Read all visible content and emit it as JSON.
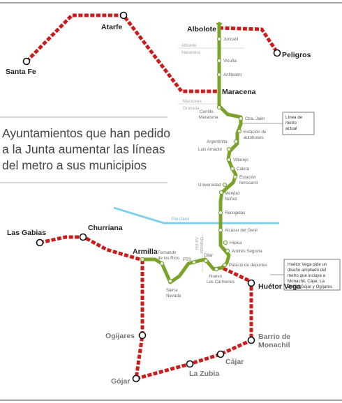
{
  "headline": [
    "Ayuntamientos que han pedido",
    "a la Junta aumentar las líneas",
    "del metro a sus municipios"
  ],
  "callouts": {
    "metro_actual": [
      "Línea de",
      "metro",
      "actual"
    ],
    "huetor_vega": [
      "Huétor Vega pide un",
      "diseño ampliado del",
      "metro que incluya a",
      "Monachil, Cájar, La",
      "Zubia, Gójar y Ogíjares"
    ]
  },
  "towns": {
    "atarfe": "Atarfe",
    "santa_fe": "Santa Fe",
    "albolote": "Albolote",
    "peligros": "Peligros",
    "maracena": "Maracena",
    "las_gabias": "Las Gabias",
    "churriana": "Churriana",
    "armilla": "Armilla",
    "huetor_vega": "Huétor Vega",
    "ogijares": "Ogíjares",
    "barrio_monachil_1": "Barrio de",
    "barrio_monachil_2": "Monachil",
    "cajar": "Cájar",
    "la_zubia": "La Zubia",
    "gojar": "Gójar"
  },
  "stations": {
    "juncaril": "Juncaril",
    "vicuna": "Vicuña",
    "anfiteatro": "Anfiteatro",
    "cerrillo_1": "Cerrillo",
    "cerrillo_2": "Maracena",
    "ctra_jaen": "Ctra. Jaén",
    "estacion_autobuses_1": "Estación de",
    "estacion_autobuses_2": "autobuses",
    "argentinita": "Argentinita",
    "luis_amador": "Luis Amador",
    "villarejo": "Villarejo",
    "caleta": "Caleta",
    "estacion_ferrocarril_1": "Estación",
    "estacion_ferrocarril_2": "ferrocarril",
    "universidad": "Universidad",
    "mendez_nunez_1": "Méndez",
    "mendez_nunez_2": "Núñez",
    "recogidas": "Recogidas",
    "alcazar_genil": "Alcázar del Genil",
    "hipica": "Hípica",
    "andres_segovia": "Andrés Segovia",
    "palacio_deportes": "Palacio de deportes",
    "nuevo_carmenes_1": "Nuevo",
    "nuevo_carmenes_2": "Los Cármenes",
    "dilar": "Dílar",
    "pts": "PTS",
    "fernando_rios_1": "Fernando",
    "fernando_rios_2": "de los Ríos",
    "sierra_nevada_1": "Sierra",
    "sierra_nevada_2": "Nevada"
  },
  "boundaries": {
    "albolote": "Albolote",
    "maracena_top": "Maracena",
    "maracena_bottom": "Maracena",
    "granada": "Granada",
    "granada_v": "Granada",
    "armilla_v": "Armilla"
  },
  "river": "Río Genil",
  "colors": {
    "metro_green": "#7aa329",
    "proposal_red": "#cc1b1b",
    "river_blue": "#7fd0ea"
  }
}
